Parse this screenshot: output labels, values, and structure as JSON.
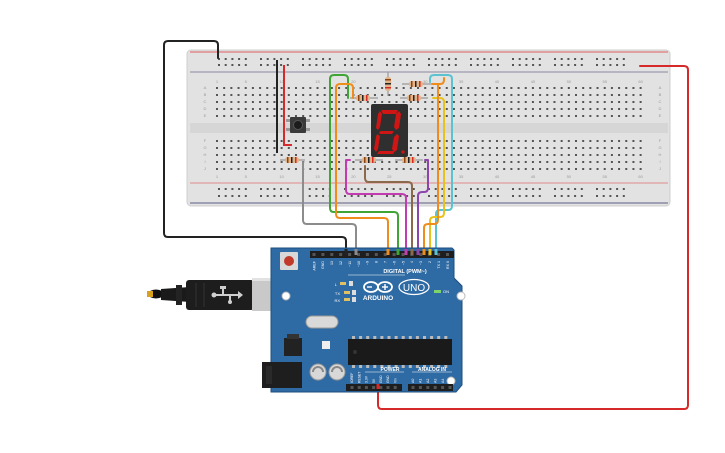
{
  "breadboard": {
    "column_numbers": [
      "1",
      "5",
      "10",
      "15",
      "20",
      "25",
      "30",
      "35",
      "40",
      "45",
      "50",
      "55",
      "60"
    ],
    "row_letters_top": [
      "A",
      "B",
      "C",
      "D",
      "E"
    ],
    "row_letters_bottom": [
      "F",
      "G",
      "H",
      "I",
      "J"
    ]
  },
  "display": {
    "digit": "8"
  },
  "arduino": {
    "brand": "ARDUINO",
    "model": "UNO",
    "digital_label": "DIGITAL (PWM~)",
    "power_label": "POWER",
    "analog_label": "ANALOG IN",
    "on_label": "ON",
    "tx_label": "TX",
    "rx_label": "RX",
    "l_label": "L",
    "digital_pins": [
      "AREF",
      "GND",
      "13",
      "12",
      "~11",
      "~10",
      "~9",
      "8",
      "7",
      "~6",
      "~5",
      "4",
      "~3",
      "2",
      "TX 1",
      "RX 0"
    ],
    "power_pins": [
      "IOREF",
      "RESET",
      "3.3V",
      "5V",
      "GND",
      "GND",
      "Vin"
    ],
    "analog_pins": [
      "A0",
      "A1",
      "A2",
      "A3",
      "A4",
      "A5"
    ]
  },
  "colors": {
    "board_blue": "#2e6aa3",
    "breadboard": "#e2e2e2",
    "wire_black": "#222222",
    "wire_red": "#d62a2a",
    "wire_green": "#3fa535",
    "wire_orange": "#f08c1c",
    "wire_purple": "#8e44ad",
    "wire_magenta": "#c23bb0",
    "wire_cyan": "#5bc3cf",
    "wire_brown": "#8a6a4a",
    "wire_gray": "#8c8c8c",
    "wire_yellow": "#e7c21c",
    "segment_red": "#d01515"
  },
  "icons": [
    "usb-cable-icon",
    "arduino-infinity-logo-icon",
    "reset-button-icon",
    "pushbutton-icon"
  ]
}
